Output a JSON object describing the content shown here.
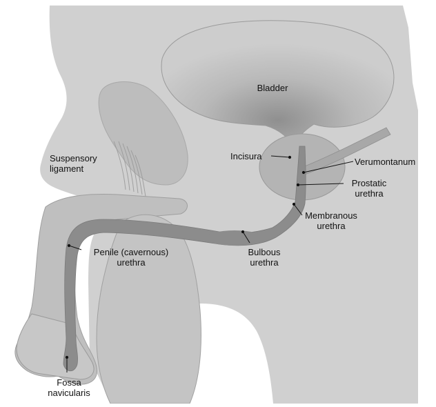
{
  "diagram": {
    "labels": {
      "bladder": "Bladder",
      "suspensory": [
        "Suspensory",
        "ligament"
      ],
      "incisura": "Incisura",
      "verumontanum": "Verumontanum",
      "prostatic": [
        "Prostatic",
        "urethra"
      ],
      "membranous": [
        "Membranous",
        "urethra"
      ],
      "penile": [
        "Penile (cavernous)",
        "urethra"
      ],
      "bulbous": [
        "Bulbous",
        "urethra"
      ],
      "fossa": [
        "Fossa",
        "navicularis"
      ]
    }
  }
}
